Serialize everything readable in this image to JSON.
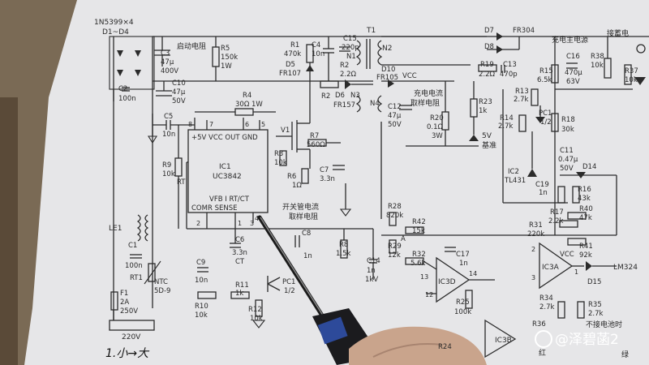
{
  "labels": {
    "bridge_title": "1N5399×4",
    "bridge_sub": "D1~D4",
    "c3": "C3",
    "c3_v1": "47μ",
    "c3_v2": "400V",
    "start_res": "启动电阻",
    "r5": "R5",
    "r5_v1": "150k",
    "r5_v2": "1W",
    "r1": "R1",
    "r1_v": "470k",
    "c4": "C4",
    "c4_v": "10n",
    "c15": "C15",
    "c15_v": "220p",
    "d5": "D5",
    "d5_v": "FR107",
    "n1": "N1",
    "r2": "R2",
    "r2_v": "2.2Ω",
    "t1": "T1",
    "n2": "N2",
    "d7": "D7",
    "d8": "D8",
    "fr304": "FR304",
    "r19": "R19",
    "r19_v": "2.2Ω",
    "c13": "C13",
    "c13_v": "470p",
    "charge_main": "充电主电源",
    "battery": "接蓄电",
    "c2": "C2",
    "c2_v": "100n",
    "c10": "C10",
    "c10_v1": "47μ",
    "c10_v2": "50V",
    "c5": "C5",
    "c5_v": "10n",
    "r9": "R9",
    "r9_v": "10k",
    "r4": "R4",
    "r4_v": "30Ω 1W",
    "d6": "D6",
    "d6_v": "FR157",
    "n3": "N3",
    "d10": "D10",
    "d10_v": "FR105",
    "vcc": "VCC",
    "n4": "N4",
    "c12": "C12",
    "c12_v1": "47μ",
    "c12_v2": "50V",
    "charge_sense1": "充电电流",
    "charge_sense2": "取样电阻",
    "r20": "R20",
    "r20_v1": "0.1Ω",
    "r20_v2": "3W",
    "r23": "R23",
    "r23_v": "1k",
    "ref5v1": "5V",
    "ref5v2": "基准",
    "r15": "R15",
    "r15_v": "6.5k",
    "c16": "C16",
    "c16_v1": "470μ",
    "c16_v2": "63V",
    "r38": "R38",
    "r38_v": "10k",
    "r37": "R37",
    "r37_v": "10k",
    "r13": "R13",
    "r13_v": "2.7k",
    "r14": "R14",
    "r14_v": "2.7k",
    "pc1": "PC1",
    "pc1_v": "1/2",
    "r18": "R18",
    "r18_v": "30k",
    "c11": "C11",
    "c11_v1": "0.47μ",
    "c11_v2": "50V",
    "d14": "D14",
    "ic2": "IC2",
    "ic2_v": "TL431",
    "c19": "C19",
    "c19_v": "1n",
    "r16": "R16",
    "r16_v": "43k",
    "r17": "R17",
    "r17_v": "2.2k",
    "r40": "R40",
    "r40_v": "47k",
    "r31": "R31",
    "r31_v": "220k",
    "r41": "R41",
    "r41_v": "92k",
    "ic1_vcc": "+5V VCC OUT GND",
    "ic1": "IC1",
    "ic1_v": "UC3842",
    "ic1_pins1": "VFB  I  RT/CT",
    "ic1_pins2": "COMR  SENSE",
    "rt": "RT",
    "v1": "V1",
    "r3": "R3",
    "r3_v": "10k",
    "r7": "R7",
    "r7_v": "560Ω",
    "r6": "R6",
    "r6_v": "1Ω",
    "c7": "C7",
    "c7_v": "3.3n",
    "sw_sense1": "开关管电流",
    "sw_sense2": "取样电阻",
    "r28": "R28",
    "r28_v": "820k",
    "r42": "R42",
    "r42_v": "15k",
    "r29": "R29",
    "r29_v": "12k",
    "pin_a": "A",
    "c14": "C14",
    "c14_v1": "1n",
    "c14_v2": "1kV",
    "r32": "R32",
    "r32_v": "5.6k",
    "c17": "C17",
    "c17_v": "1n",
    "ic3d": "IC3D",
    "ic3a": "IC3A",
    "vcc2": "VCC",
    "lm324": "LM324",
    "d15": "D15",
    "r25": "R25",
    "r25_v": "100k",
    "r34": "R34",
    "r34_v": "2.7k",
    "r35": "R35",
    "r35_v": "2.7k",
    "no_batt": "不接电池时",
    "ic3b": "IC3B",
    "r24": "R24",
    "r36": "R36",
    "red": "红",
    "green": "绿",
    "le1": "LE1",
    "c1": "C1",
    "c1_v": "100n",
    "rt1": "RT1",
    "ntc": "NTC",
    "ntc_v": "5D-9",
    "f1": "F1",
    "f1_v1": "2A",
    "f1_v2": "250V",
    "mains": "220V",
    "c6": "C6",
    "c6_v1": "3.3n",
    "c6_v2": "CT",
    "c8": "C8",
    "c8_v": "1n",
    "r8": "R8",
    "r8_v": "1.5k",
    "c9": "C9",
    "c9_v": "10n",
    "r11": "R11",
    "r11_v": "1k",
    "r10": "R10",
    "r10_v": "10k",
    "r12": "R12",
    "r12_v": "10k",
    "pc1b": "PC1",
    "pc1b_v": "1/2",
    "pin8": "8",
    "pin7": "7",
    "pin6": "6",
    "pin5": "5",
    "pin4": "4",
    "pin2": "2",
    "pin1": "1",
    "pin3": "3",
    "pin13": "13",
    "pin14": "14",
    "pin12": "12",
    "pin3b": "3",
    "pin1b": "1",
    "pin2b": "2",
    "handwriting": "1.小→大",
    "watermark": "@泽碧菡2"
  },
  "colors": {
    "paper": "#e8e8ea",
    "ink": "#2b2b2b",
    "board": "#7a6a55",
    "screwdriver_tip": "#1a1a1a",
    "skin": "#c9a48c"
  }
}
